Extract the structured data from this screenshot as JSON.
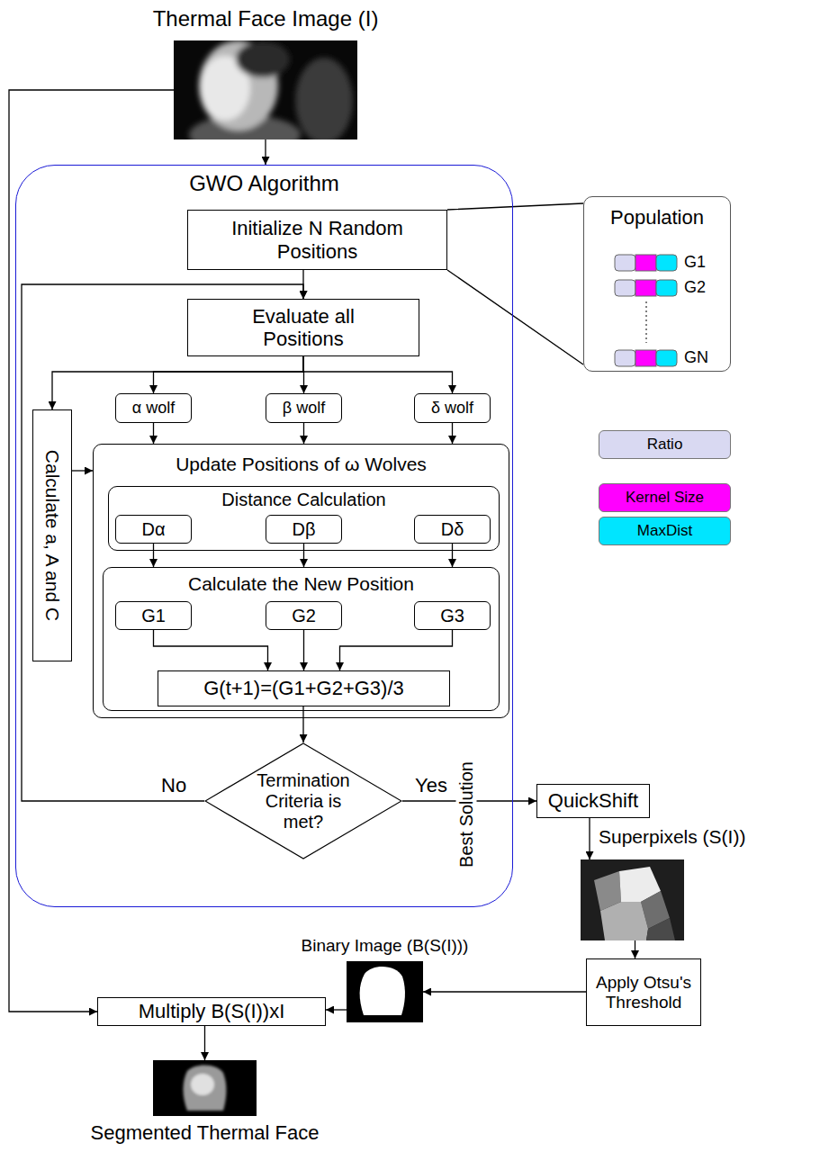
{
  "diagram": {
    "nodes": [
      {
        "text": [
          "Thermal Face Image (I)"
        ]
      },
      {
        "text": [
          "GWO Algorithm"
        ]
      },
      {
        "text": [
          "Initialize N Random Positions"
        ],
        "in": 1
      },
      {
        "text": [
          "Population"
        ]
      },
      {
        "text": [
          "Evaluate all Positions"
        ],
        "in": 1
      },
      {
        "text": [
          "Calculate a, A and C"
        ],
        "in": 1
      },
      {
        "text": [
          "α wolf"
        ],
        "in": 1
      },
      {
        "text": [
          "β wolf"
        ],
        "in": 1
      },
      {
        "text": [
          "δ wolf"
        ],
        "in": 1
      },
      {
        "text": [
          "Update Positions of ω Wolves"
        ],
        "in": 1
      },
      {
        "text": [
          "Distance Calculation"
        ],
        "in": 9
      },
      {
        "text": [
          "Dα"
        ],
        "in": 10
      },
      {
        "text": [
          "Dβ"
        ],
        "in": 10
      },
      {
        "text": [
          "Dδ"
        ],
        "in": 10
      },
      {
        "text": [
          "Calculate the New Position"
        ],
        "in": 9
      },
      {
        "text": [
          "G1"
        ],
        "in": 14
      },
      {
        "text": [
          "G2"
        ],
        "in": 14
      },
      {
        "text": [
          "G3"
        ],
        "in": 14
      },
      {
        "text": [
          "G(t+1)=(G1+G2+G3)/3"
        ],
        "in": 14
      },
      {
        "text": [
          "Termination Criteria is met?"
        ],
        "in": 1
      },
      {
        "text": [
          "QuickShift"
        ]
      },
      {
        "text": [
          "Superpixels (S(I))"
        ]
      },
      {
        "text": [
          "Apply Otsu's Threshold"
        ]
      },
      {
        "text": [
          "Binary Image (B(S(I)))"
        ]
      },
      {
        "text": [
          "Multiply B(S(I))xI"
        ]
      },
      {
        "text": [
          "Segmented Thermal Face"
        ]
      }
    ],
    "edges": [
      {
        "from": 0,
        "to": 1,
        "arrow": "to"
      },
      {
        "from": 0,
        "to": 24,
        "arrow": "to"
      },
      {
        "from": 2,
        "to": 4,
        "arrow": "to"
      },
      {
        "from": 2,
        "to": 3,
        "arrow": "none"
      },
      {
        "from": 4,
        "to": 5,
        "arrow": "to"
      },
      {
        "from": 4,
        "to": 6,
        "arrow": "to"
      },
      {
        "from": 4,
        "to": 7,
        "arrow": "to"
      },
      {
        "from": 4,
        "to": 8,
        "arrow": "to"
      },
      {
        "from": 5,
        "to": 9,
        "arrow": "to"
      },
      {
        "from": 6,
        "to": 9,
        "arrow": "to"
      },
      {
        "from": 7,
        "to": 9,
        "arrow": "to"
      },
      {
        "from": 8,
        "to": 9,
        "arrow": "to"
      },
      {
        "from": 11,
        "to": 14,
        "arrow": "to"
      },
      {
        "from": 12,
        "to": 14,
        "arrow": "to"
      },
      {
        "from": 13,
        "to": 14,
        "arrow": "to"
      },
      {
        "from": 15,
        "to": 18,
        "arrow": "to"
      },
      {
        "from": 16,
        "to": 18,
        "arrow": "to"
      },
      {
        "from": 17,
        "to": 18,
        "arrow": "to"
      },
      {
        "from": 18,
        "to": 19,
        "arrow": "to"
      },
      {
        "from": 19,
        "to": 4,
        "label": "No",
        "arrow": "to"
      },
      {
        "from": 19,
        "to": 20,
        "label": "Yes",
        "arrow": "to"
      },
      {
        "from": 20,
        "to": 21,
        "arrow": "to"
      },
      {
        "from": 21,
        "to": 22,
        "arrow": "to"
      },
      {
        "from": 22,
        "to": 23,
        "arrow": "to"
      },
      {
        "from": 23,
        "to": 24,
        "arrow": "to"
      },
      {
        "from": 24,
        "to": 25,
        "arrow": "to"
      }
    ],
    "labels": [
      "G1",
      "G2",
      "GN",
      "Best Solution"
    ],
    "legend": [
      {
        "text": "Ratio",
        "color": "#d9d9f2"
      },
      {
        "text": "Kernel Size",
        "color": "#ff00ff"
      },
      {
        "text": "MaxDist",
        "color": "#00e5ff"
      }
    ]
  }
}
